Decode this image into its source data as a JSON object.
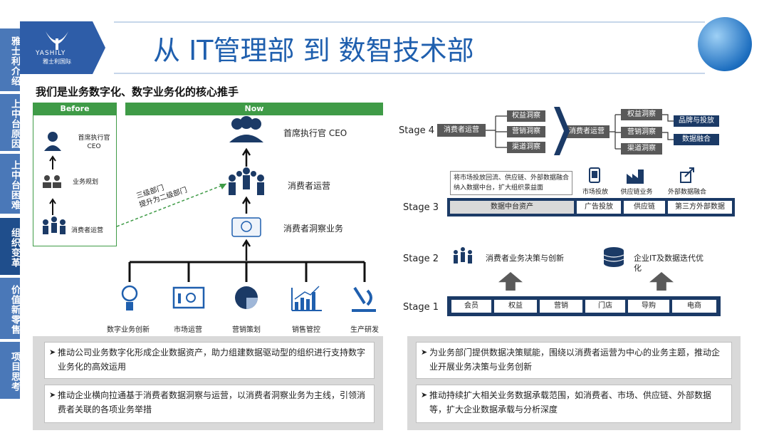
{
  "sidebar": {
    "items": [
      {
        "label": "雅士利介绍"
      },
      {
        "label": "上中台原因"
      },
      {
        "label": "上中台困难"
      },
      {
        "label": "组织变革"
      },
      {
        "label": "价值新零售"
      },
      {
        "label": "项目思考"
      }
    ]
  },
  "header": {
    "logo_en": "YASHILY",
    "logo_cn": "雅士利国际",
    "title": "从 IT管理部 到 数智技术部"
  },
  "subtitle": "我们是业务数字化、数字业务化的核心推手",
  "before": {
    "head": "Before",
    "ceo": "首席执行官\nCEO",
    "planning": "业务规划",
    "consumer_ops": "消费者运营"
  },
  "now": {
    "head": "Now",
    "ceo": "首席执行官 CEO",
    "consumer_ops": "消费者运营",
    "insight": "消费者洞察业务",
    "note_line1": "三级部门",
    "note_line2": "提升为二级部门",
    "functions": [
      "数字业务创新",
      "市场运营",
      "营销策划",
      "销售管控",
      "生产研发"
    ]
  },
  "left_panels": [
    "推动公司业务数字化形成企业数据资产，助力组建数据驱动型的组织进行支持数字业务化的高效运用",
    "推动企业横向拉通基于消费者数据洞察与运营，以消费者洞察业务为主线，引领消费者关联的各项业务举措"
  ],
  "right_panels": [
    "为业务部门提供数据决策赋能，围绕以消费者运营为中心的业务主题，推动企业开展业务决策与业务创新",
    "推动持续扩大相关业务数据承载范围，如消费者、市场、供应链、外部数据等，扩大企业数据承载与分析深度"
  ],
  "stages": {
    "s4": {
      "label": "Stage 4",
      "left_root": "消费者运营",
      "left_items": [
        "权益洞察",
        "营销洞察",
        "渠道洞察"
      ],
      "right_root": "消费者运营",
      "right_items": [
        "权益洞察",
        "营销洞察",
        "渠道洞察"
      ],
      "outputs": [
        "品牌与投放",
        "数据融合"
      ]
    },
    "s3": {
      "label": "Stage 3",
      "note": "将市场投放回流、供应链、外部数据融合纳入数据中台，扩大组织景益面",
      "icons": [
        "市场投放",
        "供应链业务",
        "外部数据融合"
      ],
      "cells": [
        "数据中台资产",
        "广告投放",
        "供应链",
        "第三方外部数据"
      ]
    },
    "s2": {
      "label": "Stage 2",
      "left_text": "消费者业务决策与创新",
      "right_text": "企业IT及数据迭代优化"
    },
    "s1": {
      "label": "Stage 1",
      "cells": [
        "会员",
        "权益",
        "营销",
        "门店",
        "导购",
        "电商"
      ]
    }
  },
  "colors": {
    "green": "#3f9b47",
    "navy": "#1b3a66",
    "title_blue": "#1f5fae",
    "sidebar_blue": "#4a78b8"
  }
}
